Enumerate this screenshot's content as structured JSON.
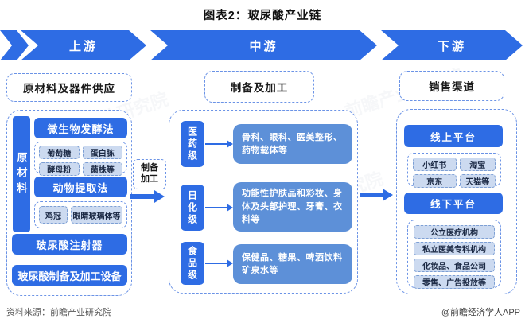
{
  "title": "图表2：玻尿酸产业链",
  "banner": {
    "segments": [
      "上游",
      "中游",
      "下游"
    ]
  },
  "colors": {
    "primary_blue": "#2e6ce4",
    "secondary_blue": "#5d90d8",
    "chip_bg": "#ccdaf0",
    "dashed_border": "#6b93e6"
  },
  "upstream": {
    "header": "原材料及器件供应",
    "side_label": "原材料",
    "fermentation": {
      "label": "微生物发酵法",
      "chips": [
        "葡萄糖",
        "蛋白胨",
        "酵母粉",
        "菌株等"
      ]
    },
    "animal": {
      "label": "动物提取法",
      "chips": [
        "鸡冠",
        "眼睛玻璃体等"
      ]
    },
    "devices": [
      "玻尿酸注射器",
      "玻尿酸制备及加工设备"
    ]
  },
  "transition1": {
    "line1": "制备",
    "line2": "加工"
  },
  "midstream": {
    "header": "制备及加工",
    "rows": [
      {
        "grade": "医药级",
        "desc": "骨科、眼科、医美整形、药物载体等"
      },
      {
        "grade": "日化级",
        "desc": "功能性护肤品和彩妆、身体及头部护理、牙膏、衣料等"
      },
      {
        "grade": "食品级",
        "desc": "保健品、糖果、啤酒饮料矿泉水等"
      }
    ]
  },
  "downstream": {
    "header": "销售渠道",
    "online": {
      "label": "线上平台",
      "chips": [
        "小红书",
        "淘宝",
        "京东",
        "天猫等"
      ]
    },
    "offline": {
      "label": "线下平台",
      "chips": [
        "公立医疗机构",
        "私立医美专科机构",
        "化妆品、食品公司",
        "零售、广告投放等"
      ]
    }
  },
  "footer": {
    "source": "资料来源：前瞻产业研究院",
    "brand": "@前瞻经济学人APP"
  },
  "watermark": "前瞻产业研究院"
}
